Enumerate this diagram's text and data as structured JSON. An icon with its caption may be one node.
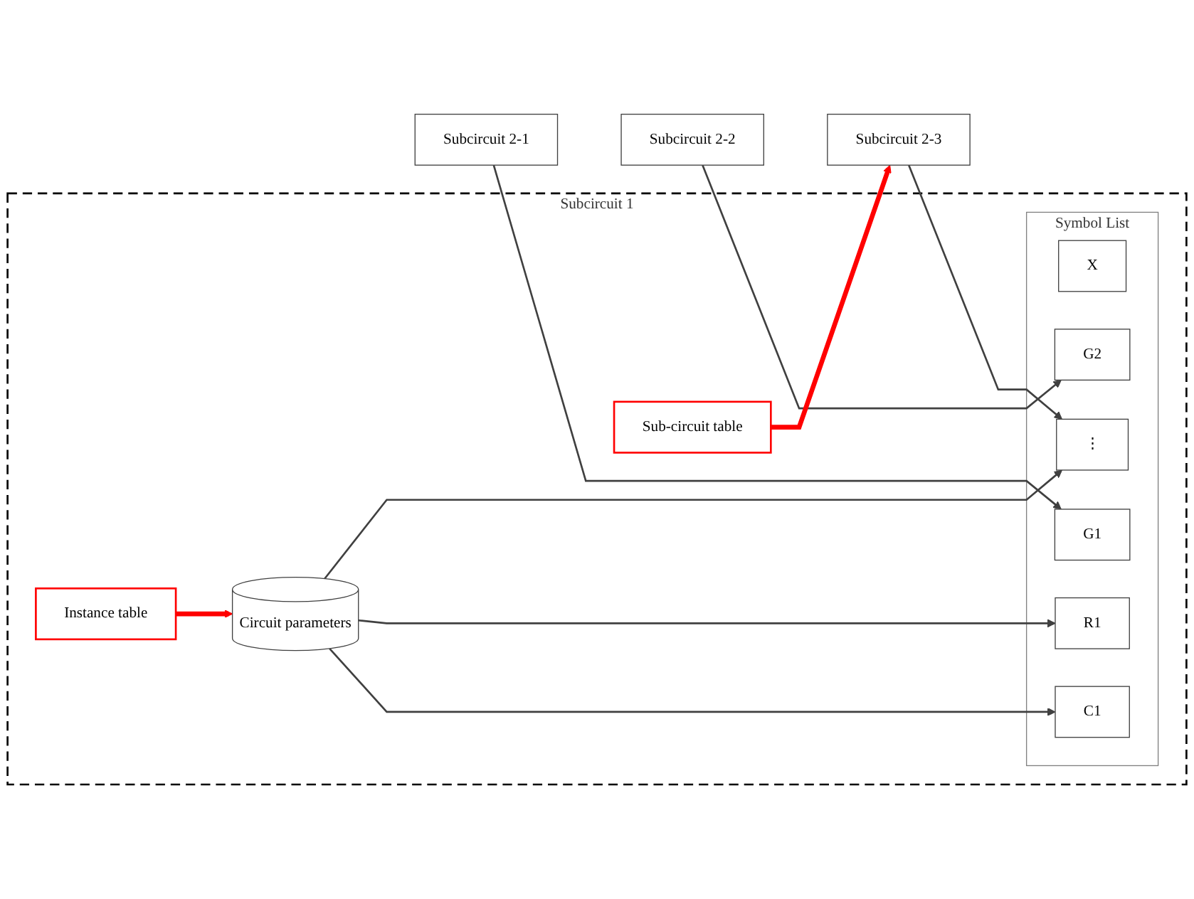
{
  "diagram": {
    "nodes": [
      {
        "text": [
          "Subcircuit 1"
        ]
      },
      {
        "text": [
          "Instance table"
        ],
        "in": 0
      },
      {
        "text": [
          "Circuit parameters"
        ],
        "in": 0
      },
      {
        "text": [
          "Symbol List"
        ],
        "in": 0
      },
      {
        "text": [
          "X"
        ],
        "in": 3
      },
      {
        "text": [
          "C1"
        ],
        "in": 3
      },
      {
        "text": [
          "G1"
        ],
        "in": 3
      },
      {
        "text": [
          "R1"
        ],
        "in": 3
      },
      {
        "text": [
          "G2"
        ],
        "in": 3
      },
      {
        "text": [
          "⋮"
        ],
        "in": 3
      },
      {
        "text": [
          "Sub-circuit table"
        ],
        "in": 0
      },
      {
        "text": [
          "Subcircuit 2-1"
        ]
      },
      {
        "text": [
          "Subcircuit 2-2"
        ]
      },
      {
        "text": [
          "Subcircuit 2-3"
        ]
      }
    ],
    "edges": [
      {
        "from": 1,
        "to": 2,
        "arrow": "to",
        "style": "thick",
        "color": "#ff0000"
      },
      {
        "from": 2,
        "to": 5,
        "arrow": "to"
      },
      {
        "from": 2,
        "to": 7,
        "arrow": "to"
      },
      {
        "from": 2,
        "to": 9,
        "arrow": "to"
      },
      {
        "from": 11,
        "to": 6,
        "arrow": "to"
      },
      {
        "from": 12,
        "to": 8,
        "arrow": "to"
      },
      {
        "from": 13,
        "to": 9,
        "arrow": "to"
      },
      {
        "from": 10,
        "to": 13,
        "arrow": "to",
        "style": "thick",
        "color": "#ff0000"
      }
    ]
  }
}
